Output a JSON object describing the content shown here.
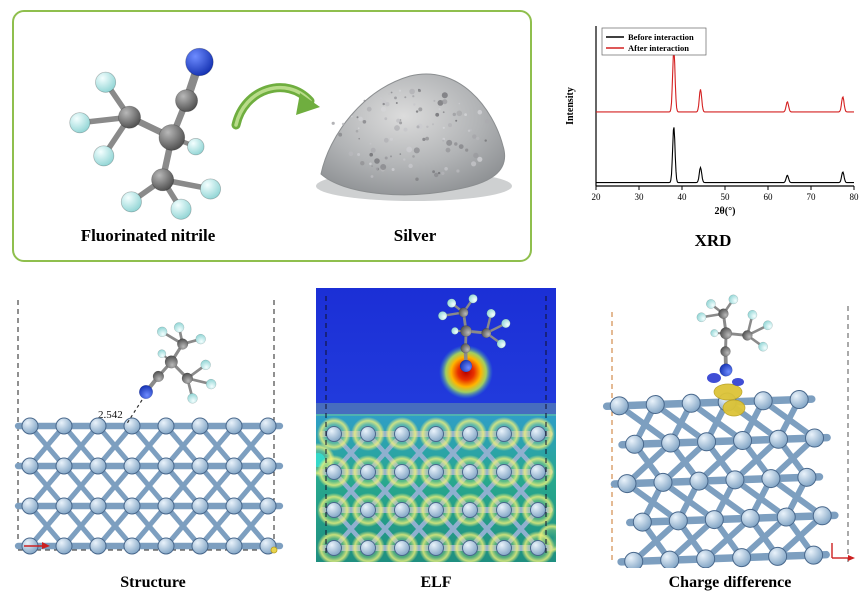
{
  "colors": {
    "panel_border_green": "#8fbf4d",
    "lattice_blue": "#aecbe6",
    "nitrogen_blue": "#1330b0",
    "fluorine_cyan": "#8fd4d4",
    "carbon_gray": "#6b6b6b",
    "trace_before": "#000000",
    "trace_after": "#d42020",
    "isosurface_yellow": "#ddc437",
    "isosurface_blue": "#2b3bd0"
  },
  "reaction": {
    "molecule_label": "Fluorinated nitrile",
    "silver_label": "Silver"
  },
  "chart_data": {
    "type": "line",
    "title": "XRD",
    "xlabel": "2θ(°)",
    "ylabel": "Intensity",
    "xlim": [
      20,
      80
    ],
    "xticks": [
      20,
      30,
      40,
      50,
      60,
      70,
      80
    ],
    "grid": false,
    "legend_position": "top-left",
    "series": [
      {
        "name": "Before interaction",
        "color": "#000000",
        "baseline_offset": 0.06,
        "peaks": [
          {
            "two_theta": 38.1,
            "intensity": 1.0
          },
          {
            "two_theta": 44.3,
            "intensity": 0.27
          },
          {
            "two_theta": 64.5,
            "intensity": 0.13
          },
          {
            "two_theta": 77.4,
            "intensity": 0.19
          }
        ]
      },
      {
        "name": "After interaction",
        "color": "#d42020",
        "baseline_offset": 1.32,
        "peaks": [
          {
            "two_theta": 38.1,
            "intensity": 1.12
          },
          {
            "two_theta": 44.3,
            "intensity": 0.4
          },
          {
            "two_theta": 64.5,
            "intensity": 0.18
          },
          {
            "two_theta": 77.4,
            "intensity": 0.27
          }
        ]
      }
    ]
  },
  "panels": {
    "structure": {
      "label": "Structure",
      "bond_distance": "2.542"
    },
    "elf": {
      "label": "ELF"
    },
    "charge": {
      "label": "Charge difference"
    }
  }
}
